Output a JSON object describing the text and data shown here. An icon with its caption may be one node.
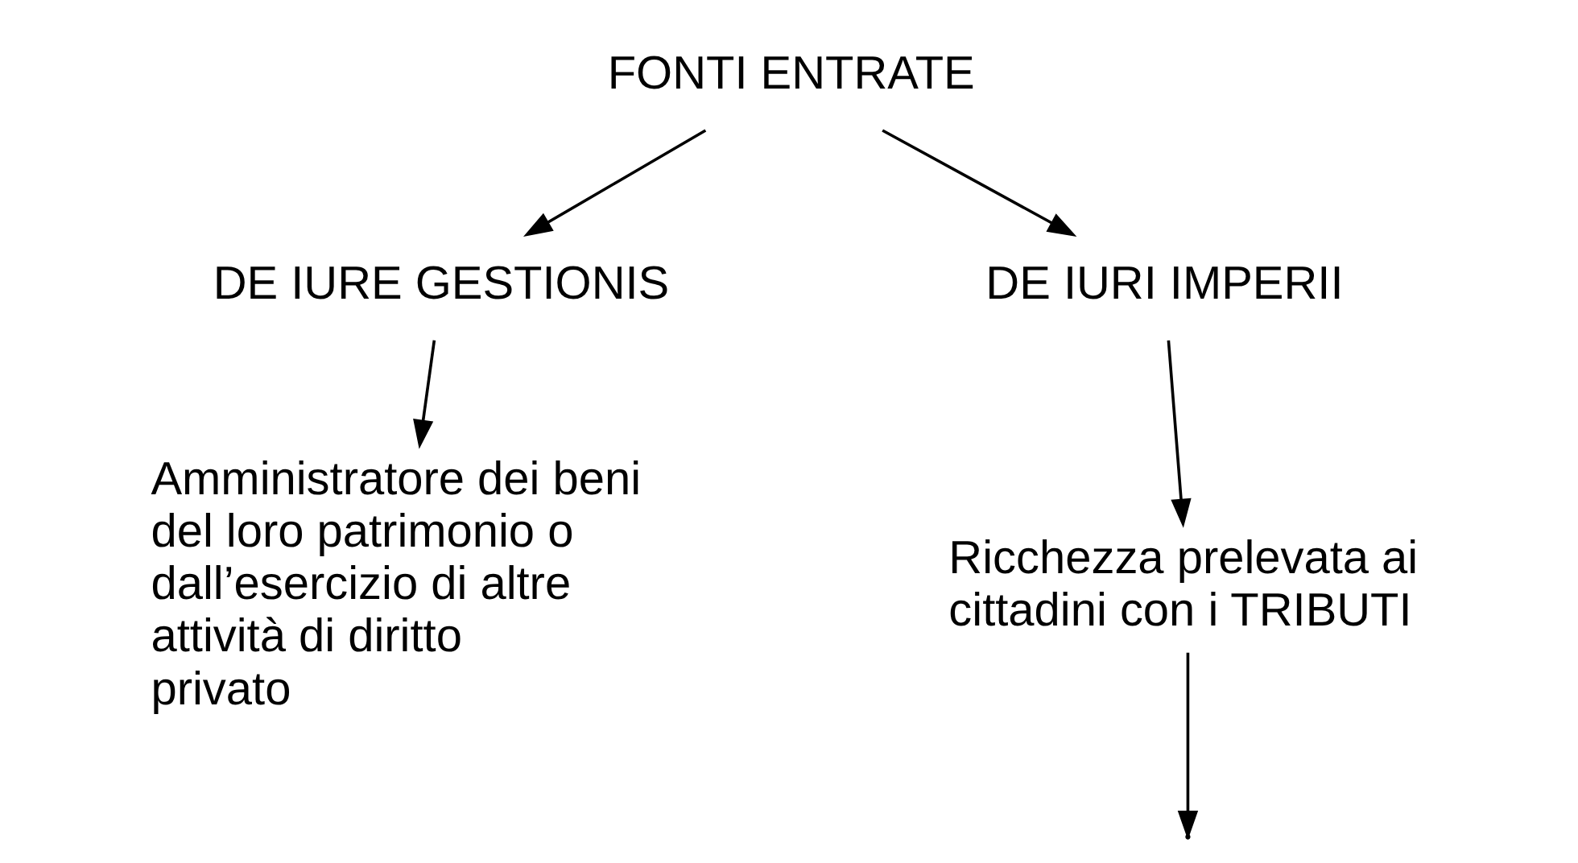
{
  "diagram": {
    "nodes": [
      {
        "text": [
          "FONTI ENTRATE"
        ]
      },
      {
        "text": [
          "DE IURE GESTIONIS"
        ]
      },
      {
        "text": [
          "DE IURI IMPERII"
        ]
      },
      {
        "text": [
          "Amministratore dei beni del loro patrimonio o dall’esercizio di altre attività di diritto privato"
        ]
      },
      {
        "text": [
          "Ricchezza prelevata ai cittadini con i TRIBUTI"
        ]
      }
    ],
    "edges": [
      {
        "from": 0,
        "to": 1,
        "arrow": "to"
      },
      {
        "from": 0,
        "to": 2,
        "arrow": "to"
      },
      {
        "from": 1,
        "to": 3,
        "arrow": "to"
      },
      {
        "from": 2,
        "to": 4,
        "arrow": "to"
      },
      {
        "from": 4,
        "to": null,
        "arrow": "to"
      }
    ]
  }
}
